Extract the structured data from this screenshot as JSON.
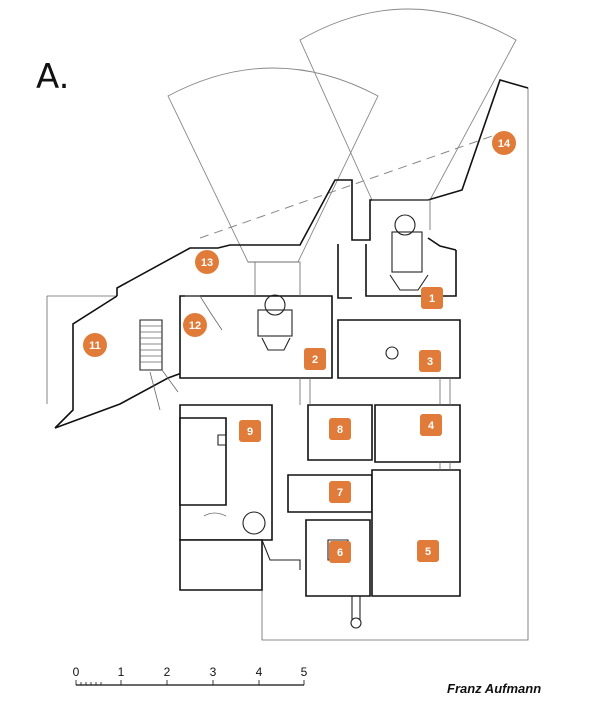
{
  "figure_label": "A.",
  "credit": "Franz Aufmann",
  "scale": {
    "ticks": [
      "0",
      "1",
      "2",
      "3",
      "4",
      "5"
    ]
  },
  "badge_color": "#e07b39",
  "rooms": [
    {
      "id": "1",
      "label": "1",
      "shape": "square"
    },
    {
      "id": "2",
      "label": "2",
      "shape": "square"
    },
    {
      "id": "3",
      "label": "3",
      "shape": "square"
    },
    {
      "id": "4",
      "label": "4",
      "shape": "square"
    },
    {
      "id": "5",
      "label": "5",
      "shape": "square"
    },
    {
      "id": "6",
      "label": "6",
      "shape": "square"
    },
    {
      "id": "7",
      "label": "7",
      "shape": "square"
    },
    {
      "id": "8",
      "label": "8",
      "shape": "square"
    },
    {
      "id": "9",
      "label": "9",
      "shape": "square"
    },
    {
      "id": "11",
      "label": "11",
      "shape": "circle"
    },
    {
      "id": "12",
      "label": "12",
      "shape": "circle"
    },
    {
      "id": "13",
      "label": "13",
      "shape": "circle"
    },
    {
      "id": "14",
      "label": "14",
      "shape": "circle"
    }
  ]
}
